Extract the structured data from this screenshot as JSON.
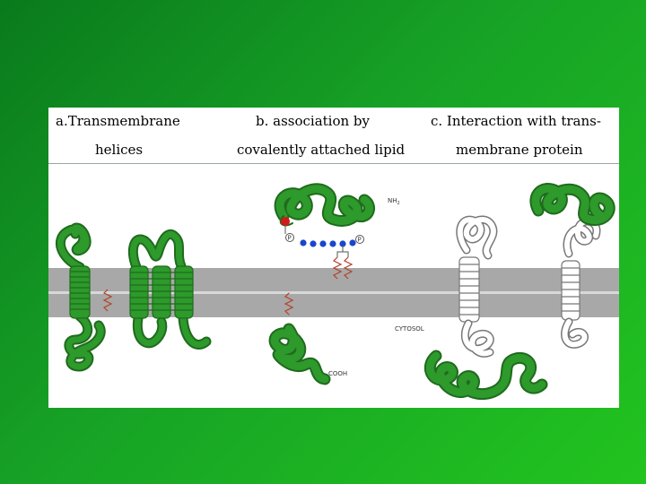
{
  "headers": {
    "a_line1": "a.Transmembrane",
    "a_line2": "helices",
    "b_line1": "b. association by",
    "b_line2": "covalently attached lipid",
    "c_line1": "c.  Interaction with trans-",
    "c_line2": "membrane protein"
  },
  "labels": {
    "nh2": "NH",
    "nh2_sub": "2",
    "phosphate": "P",
    "cytosol": "CYTOSOL",
    "cooh": "COOH"
  },
  "colors": {
    "background": "#19a824",
    "membrane": "#a8a8a8",
    "protein": "#2d9a2b",
    "protein_outline": "#1f6b1d",
    "lipid_head": "#d11a1a",
    "lipid_chain": "#1a46cc",
    "lipid_tail": "#b4402a"
  }
}
